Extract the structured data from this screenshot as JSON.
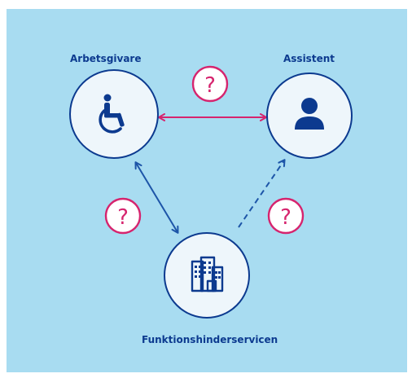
{
  "diagram": {
    "nodes": {
      "employer": {
        "label": "Arbetsgivare",
        "icon": "wheelchair-icon"
      },
      "assistant": {
        "label": "Assistent",
        "icon": "person-icon"
      },
      "service": {
        "label": "Funktionshinderservicen",
        "icon": "buildings-icon"
      }
    },
    "question_marks": {
      "top": "?",
      "left": "?",
      "right": "?"
    }
  },
  "colors": {
    "background": "#a8dcf1",
    "node_fill": "#eef6fb",
    "node_stroke": "#0c3a8f",
    "icon": "#0c3a8f",
    "pink": "#d6246e",
    "blue_arrow": "#1d55a8"
  }
}
